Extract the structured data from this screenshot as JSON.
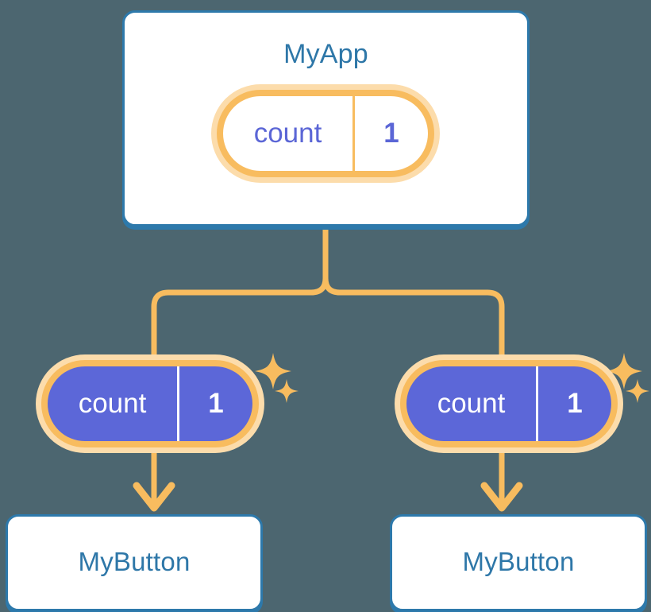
{
  "diagram": {
    "title_semantics": "react-state-propagation-tree",
    "background_color": "#4c6670"
  },
  "colors": {
    "background": "#4c6670",
    "card_border_blue": "#2d79ab",
    "card_title_blue": "#2e77a8",
    "card_fill": "#ffffff",
    "pill_ring_orange": "#f8bc5f",
    "pill_glow_orange": "#fcdcab",
    "pill_fill_indigo": "#5c67d8",
    "pill_text_indigo": "#5b66d6",
    "pill_text_white": "#ffffff",
    "connector_orange": "#f8bc5f",
    "sparkle_orange": "#f8bc5f"
  },
  "nodes": {
    "root": {
      "label": "MyApp",
      "state": {
        "key": "count",
        "value": "1"
      }
    },
    "children": [
      {
        "label": "MyButton",
        "state": {
          "key": "count",
          "value": "1"
        }
      },
      {
        "label": "MyButton",
        "state": {
          "key": "count",
          "value": "1"
        }
      }
    ]
  },
  "icons": {
    "sparkle_large": "sparkle-four-point-large",
    "sparkle_small": "sparkle-four-point-small",
    "arrow_down": "arrow-down"
  }
}
